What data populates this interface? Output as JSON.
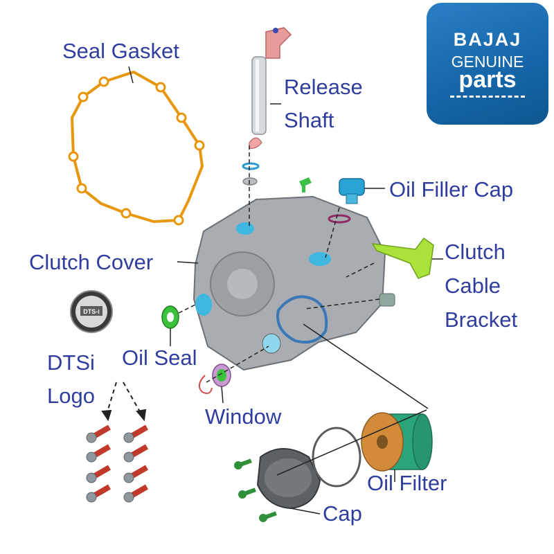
{
  "labels": {
    "seal_gasket": "Seal Gasket",
    "release_shaft_line1": "Release",
    "release_shaft_line2": "Shaft",
    "oil_filler_cap": "Oil Filler Cap",
    "clutch_cover": "Clutch Cover",
    "clutch_line1": "Clutch",
    "clutch_line2": "Cable",
    "clutch_line3": "Bracket",
    "dtsi_line1": "DTSi",
    "dtsi_line2": "Logo",
    "oil_seal": "Oil Seal",
    "window": "Window",
    "oil_filter": "Oil Filter",
    "cap": "Cap"
  },
  "brand": {
    "line1": "BAJAJ",
    "line2": "GENUINE",
    "line3": "parts"
  },
  "logo_badge": {
    "text": "DTS-i"
  },
  "colors": {
    "label_text": "#2f3d9e",
    "brand_bg": "#1565a8",
    "gasket": "#e8960c",
    "cover": "#a9adb2",
    "oil_seal": "#3cc13c",
    "filter_body": "#2aa57a",
    "filter_end": "#d38b3a",
    "bracket": "#a8e23a",
    "filler_cap": "#29a3d6",
    "bolt_head": "#8f979c",
    "bolt_thread": "#c0392b",
    "screw": "#2f8f3a"
  }
}
